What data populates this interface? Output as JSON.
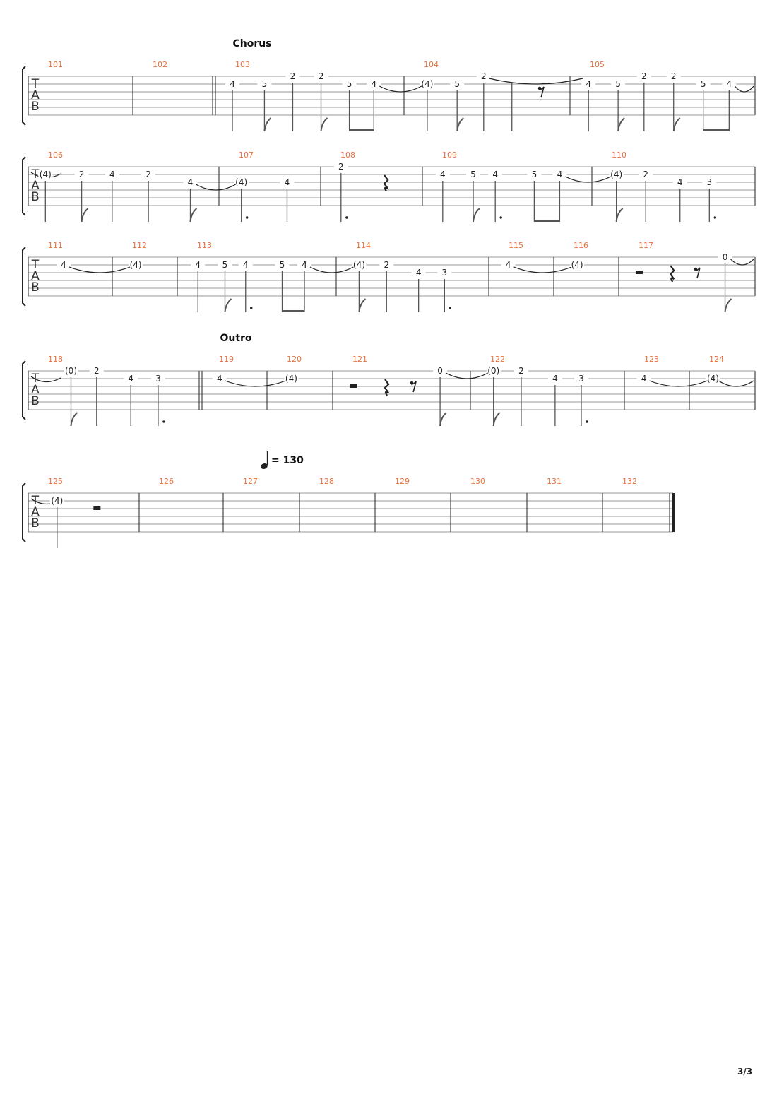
{
  "page": {
    "number_label": "3/3"
  },
  "colors": {
    "measure_number": "#e8703a",
    "ink": "#222222",
    "staff_line": "#9a9a9a",
    "stem": "#555555"
  },
  "clef": {
    "letters": [
      "T",
      "A",
      "B"
    ]
  },
  "tempo": {
    "note_icon": "quarter-note-icon",
    "text": "= 130"
  },
  "systems": [
    {
      "section": "Chorus",
      "section_measure_index": 2,
      "first_tie_in": false,
      "measures": [
        {
          "number": "101",
          "events": []
        },
        {
          "number": "102",
          "repeat_end": true,
          "events": []
        },
        {
          "number": "103",
          "events": [
            {
              "fret": "4",
              "string": 2,
              "dur": "q",
              "pos": 0.09
            },
            {
              "fret": "5",
              "string": 2,
              "dur": "e",
              "pos": 0.26
            },
            {
              "fret": "2",
              "string": 1,
              "dur": "q",
              "pos": 0.41
            },
            {
              "fret": "2",
              "string": 1,
              "dur": "e",
              "pos": 0.56
            },
            {
              "fret": "5",
              "string": 2,
              "dur": "e",
              "pos": 0.71,
              "beam": "start"
            },
            {
              "fret": "4",
              "string": 2,
              "dur": "e",
              "pos": 0.84,
              "beam": "end",
              "tie_out": true
            }
          ]
        },
        {
          "number": "104",
          "events": [
            {
              "fret": "(4)",
              "string": 2,
              "dur": "q",
              "pos": 0.14
            },
            {
              "fret": "5",
              "string": 2,
              "dur": "e",
              "pos": 0.32
            },
            {
              "fret": "2",
              "string": 1,
              "dur": "q",
              "pos": 0.48,
              "tie_out": true
            },
            {
              "fret": "",
              "string": 1,
              "dur": "q",
              "pos": 0.65
            },
            {
              "rest": "e",
              "pos": 0.83
            }
          ]
        },
        {
          "number": "105",
          "events": [
            {
              "fret": "4",
              "string": 2,
              "dur": "q",
              "pos": 0.1
            },
            {
              "fret": "5",
              "string": 2,
              "dur": "e",
              "pos": 0.26
            },
            {
              "fret": "2",
              "string": 1,
              "dur": "q",
              "pos": 0.4
            },
            {
              "fret": "2",
              "string": 1,
              "dur": "e",
              "pos": 0.56
            },
            {
              "fret": "5",
              "string": 2,
              "dur": "e",
              "pos": 0.72,
              "beam": "start"
            },
            {
              "fret": "4",
              "string": 2,
              "dur": "e",
              "pos": 0.86,
              "beam": "end",
              "tie_out": true
            }
          ]
        }
      ]
    },
    {
      "section": "",
      "first_tie_in": true,
      "measures": [
        {
          "number": "106",
          "events": [
            {
              "fret": "(4)",
              "string": 2,
              "dur": "q",
              "pos": 0.09
            },
            {
              "fret": "2",
              "string": 2,
              "dur": "e",
              "pos": 0.28
            },
            {
              "fret": "4",
              "string": 2,
              "dur": "q",
              "pos": 0.44
            },
            {
              "fret": "2",
              "string": 2,
              "dur": "q",
              "pos": 0.63
            },
            {
              "fret": "4",
              "string": 3,
              "dur": "e",
              "pos": 0.85,
              "tie_out": true
            }
          ]
        },
        {
          "number": "107",
          "events": [
            {
              "fret": "(4)",
              "string": 3,
              "dur": "q",
              "pos": 0.22,
              "dot": true
            },
            {
              "fret": "4",
              "string": 3,
              "dur": "q",
              "pos": 0.67
            }
          ]
        },
        {
          "number": "108",
          "events": [
            {
              "fret": "2",
              "string": 1,
              "dur": "q",
              "pos": 0.2,
              "dot": true
            },
            {
              "rest": "q",
              "pos": 0.64
            }
          ]
        },
        {
          "number": "109",
          "events": [
            {
              "fret": "4",
              "string": 2,
              "dur": "q",
              "pos": 0.12
            },
            {
              "fret": "5",
              "string": 2,
              "dur": "e",
              "pos": 0.3
            },
            {
              "fret": "4",
              "string": 2,
              "dur": "q",
              "pos": 0.43,
              "dot": true
            },
            {
              "fret": "5",
              "string": 2,
              "dur": "e",
              "pos": 0.66,
              "beam": "start"
            },
            {
              "fret": "4",
              "string": 2,
              "dur": "e",
              "pos": 0.81,
              "beam": "end",
              "tie_out": true
            }
          ]
        },
        {
          "number": "110",
          "events": [
            {
              "fret": "(4)",
              "string": 2,
              "dur": "e",
              "pos": 0.15
            },
            {
              "fret": "2",
              "string": 2,
              "dur": "q",
              "pos": 0.33
            },
            {
              "fret": "4",
              "string": 3,
              "dur": "q",
              "pos": 0.54
            },
            {
              "fret": "3",
              "string": 3,
              "dur": "q",
              "pos": 0.72,
              "dot": true
            }
          ]
        }
      ]
    },
    {
      "section": "",
      "first_tie_in": false,
      "measures": [
        {
          "number": "111",
          "events": [
            {
              "fret": "4",
              "string": 2,
              "dur": "none",
              "pos": 0.42,
              "tie_out": true
            }
          ]
        },
        {
          "number": "112",
          "events": [
            {
              "fret": "(4)",
              "string": 2,
              "dur": "none",
              "pos": 0.36
            }
          ]
        },
        {
          "number": "113",
          "events": [
            {
              "fret": "4",
              "string": 2,
              "dur": "q",
              "pos": 0.13
            },
            {
              "fret": "5",
              "string": 2,
              "dur": "e",
              "pos": 0.3
            },
            {
              "fret": "4",
              "string": 2,
              "dur": "q",
              "pos": 0.43,
              "dot": true
            },
            {
              "fret": "5",
              "string": 2,
              "dur": "e",
              "pos": 0.66,
              "beam": "start"
            },
            {
              "fret": "4",
              "string": 2,
              "dur": "e",
              "pos": 0.8,
              "beam": "end",
              "tie_out": true
            }
          ]
        },
        {
          "number": "114",
          "events": [
            {
              "fret": "(4)",
              "string": 2,
              "dur": "e",
              "pos": 0.15
            },
            {
              "fret": "2",
              "string": 2,
              "dur": "q",
              "pos": 0.33
            },
            {
              "fret": "4",
              "string": 3,
              "dur": "q",
              "pos": 0.54
            },
            {
              "fret": "3",
              "string": 3,
              "dur": "q",
              "pos": 0.71,
              "dot": true
            }
          ]
        },
        {
          "number": "115",
          "events": [
            {
              "fret": "4",
              "string": 2,
              "dur": "none",
              "pos": 0.3,
              "tie_out": true
            }
          ]
        },
        {
          "number": "116",
          "events": [
            {
              "fret": "(4)",
              "string": 2,
              "dur": "none",
              "pos": 0.36
            }
          ]
        },
        {
          "number": "117",
          "events": [
            {
              "rest": "h",
              "pos": 0.15
            },
            {
              "rest": "q",
              "pos": 0.39
            },
            {
              "rest": "e",
              "pos": 0.58
            },
            {
              "fret": "0",
              "string": 1,
              "dur": "e",
              "pos": 0.78,
              "tie_out": true
            }
          ]
        }
      ]
    },
    {
      "section": "Outro",
      "section_measure_index": 1,
      "first_tie_in": true,
      "measures": [
        {
          "number": "118",
          "events": [
            {
              "fret": "(0)",
              "string": 1,
              "dur": "e",
              "pos": 0.25
            },
            {
              "fret": "2",
              "string": 1,
              "dur": "q",
              "pos": 0.4
            },
            {
              "fret": "4",
              "string": 2,
              "dur": "q",
              "pos": 0.6
            },
            {
              "fret": "3",
              "string": 2,
              "dur": "q",
              "pos": 0.76,
              "dot": true
            }
          ]
        },
        {
          "number": "119",
          "repeat_start": true,
          "events": [
            {
              "fret": "4",
              "string": 2,
              "dur": "none",
              "pos": 0.3,
              "tie_out": true
            }
          ]
        },
        {
          "number": "120",
          "events": [
            {
              "fret": "(4)",
              "string": 2,
              "dur": "none",
              "pos": 0.37
            }
          ]
        },
        {
          "number": "121",
          "events": [
            {
              "rest": "h",
              "pos": 0.15
            },
            {
              "rest": "q",
              "pos": 0.39
            },
            {
              "rest": "e",
              "pos": 0.59
            },
            {
              "fret": "0",
              "string": 1,
              "dur": "e",
              "pos": 0.78,
              "tie_out": true
            }
          ]
        },
        {
          "number": "122",
          "events": [
            {
              "fret": "(0)",
              "string": 1,
              "dur": "e",
              "pos": 0.15
            },
            {
              "fret": "2",
              "string": 1,
              "dur": "q",
              "pos": 0.33
            },
            {
              "fret": "4",
              "string": 2,
              "dur": "q",
              "pos": 0.55
            },
            {
              "fret": "3",
              "string": 2,
              "dur": "q",
              "pos": 0.72,
              "dot": true
            }
          ]
        },
        {
          "number": "123",
          "events": [
            {
              "fret": "4",
              "string": 2,
              "dur": "none",
              "pos": 0.3,
              "tie_out": true
            }
          ]
        },
        {
          "number": "124",
          "events": [
            {
              "fret": "(4)",
              "string": 2,
              "dur": "none",
              "pos": 0.36,
              "tie_out": true
            }
          ]
        }
      ]
    },
    {
      "section": "",
      "first_tie_in": true,
      "tempo_measure_index": 2,
      "final_barline": true,
      "measures": [
        {
          "number": "125",
          "events": [
            {
              "fret": "(4)",
              "string": 2,
              "dur": "q",
              "pos": 0.26
            },
            {
              "rest": "h",
              "pos": 0.62
            }
          ]
        },
        {
          "number": "126",
          "events": []
        },
        {
          "number": "127",
          "events": []
        },
        {
          "number": "128",
          "events": []
        },
        {
          "number": "129",
          "events": []
        },
        {
          "number": "130",
          "events": []
        },
        {
          "number": "131",
          "events": []
        },
        {
          "number": "132",
          "events": []
        }
      ]
    }
  ]
}
